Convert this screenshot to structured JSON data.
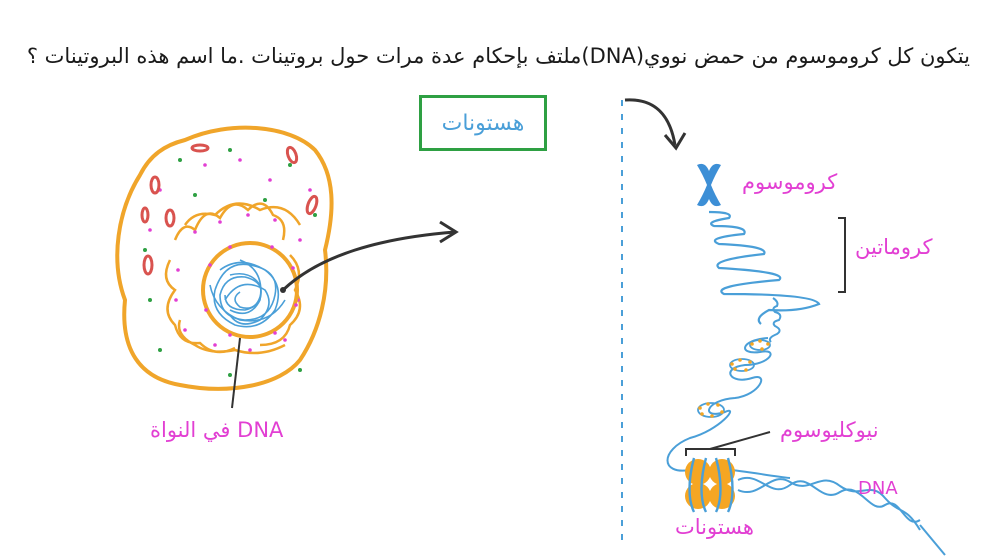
{
  "question": {
    "text": "يتكون كل كروموسوم من حمض نووي(DNA)ملتف بإحكام عدة مرات حول بروتينات .ما اسم هذه البروتينات ؟"
  },
  "answer": {
    "text": "هستونات"
  },
  "labels": {
    "dna_in_nucleus": "DNA في النواة",
    "chromosome": "كروموسوم",
    "chromatin": "كروماتين",
    "nucleosome": "نيوكليوسوم",
    "histones": "هستونات",
    "dna": "DNA"
  },
  "colors": {
    "cell_outline": "#f0a52a",
    "dna_blue": "#4a9fd8",
    "label_magenta": "#e23fd3",
    "answer_border": "#2ea043",
    "histone_orange": "#f5a623",
    "arrow": "#333333"
  }
}
